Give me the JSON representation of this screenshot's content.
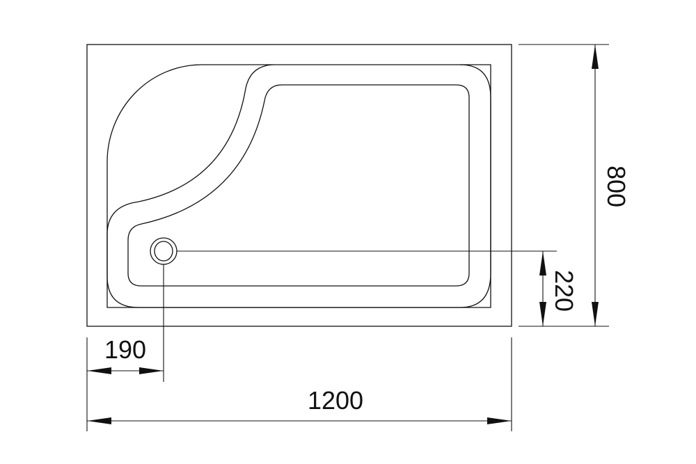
{
  "dimensions": {
    "overall_length": "1200",
    "overall_width": "800",
    "drain_offset_x": "190",
    "drain_offset_y": "220"
  },
  "colors": {
    "line": "#111111",
    "background": "#ffffff"
  }
}
